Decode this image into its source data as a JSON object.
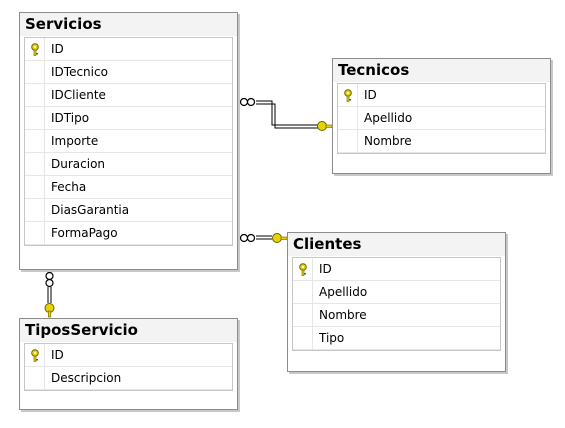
{
  "tables": {
    "servicios": {
      "title": "Servicios",
      "columns": [
        "ID",
        "IDTecnico",
        "IDCliente",
        "IDTipo",
        "Importe",
        "Duracion",
        "Fecha",
        "DiasGarantia",
        "FormaPago"
      ]
    },
    "tecnicos": {
      "title": "Tecnicos",
      "columns": [
        "ID",
        "Apellido",
        "Nombre"
      ]
    },
    "clientes": {
      "title": "Clientes",
      "columns": [
        "ID",
        "Apellido",
        "Nombre",
        "Tipo"
      ]
    },
    "tipos_servicio": {
      "title": "TiposServicio",
      "columns": [
        "ID",
        "Descripcion"
      ]
    }
  },
  "colors": {
    "key": "#e8d300",
    "line": "#000000"
  }
}
